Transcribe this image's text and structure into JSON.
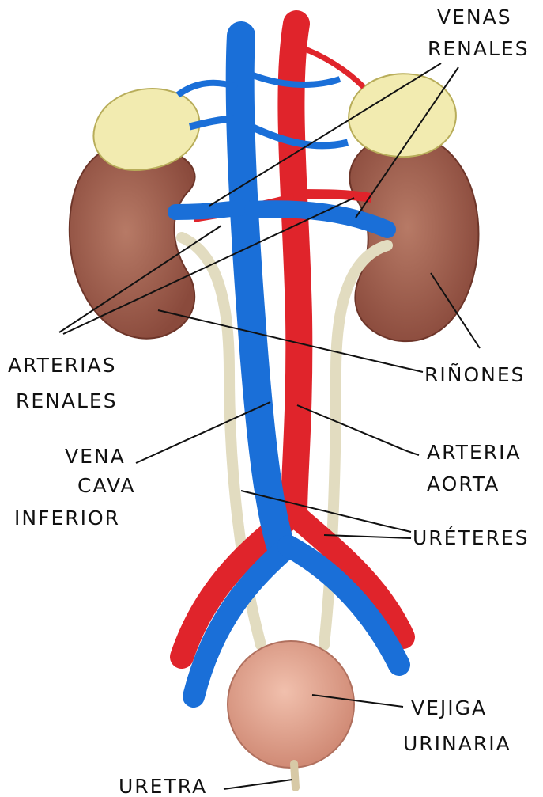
{
  "labels": {
    "venas_renales": [
      "VENAS",
      "RENALES"
    ],
    "arterias_renales": [
      "ARTERIAS",
      "RENALES"
    ],
    "rinones": "RIÑONES",
    "vena_cava_inferior": [
      "VENA",
      "CAVA",
      "INFERIOR"
    ],
    "arteria_aorta": [
      "ARTERIA",
      "AORTA"
    ],
    "ureteres": "URÉTERES",
    "vejiga_urinaria": [
      "VEJIGA",
      "URINARIA"
    ],
    "uretra": "URETRA"
  },
  "colors": {
    "vein": "#1a6fd8",
    "artery": "#e0242b",
    "kidney": "#9c5a4a",
    "adrenal": "#f2ebb0",
    "ureter": "#e2dcc0",
    "bladder": "#e6a590",
    "label": "#111111"
  }
}
